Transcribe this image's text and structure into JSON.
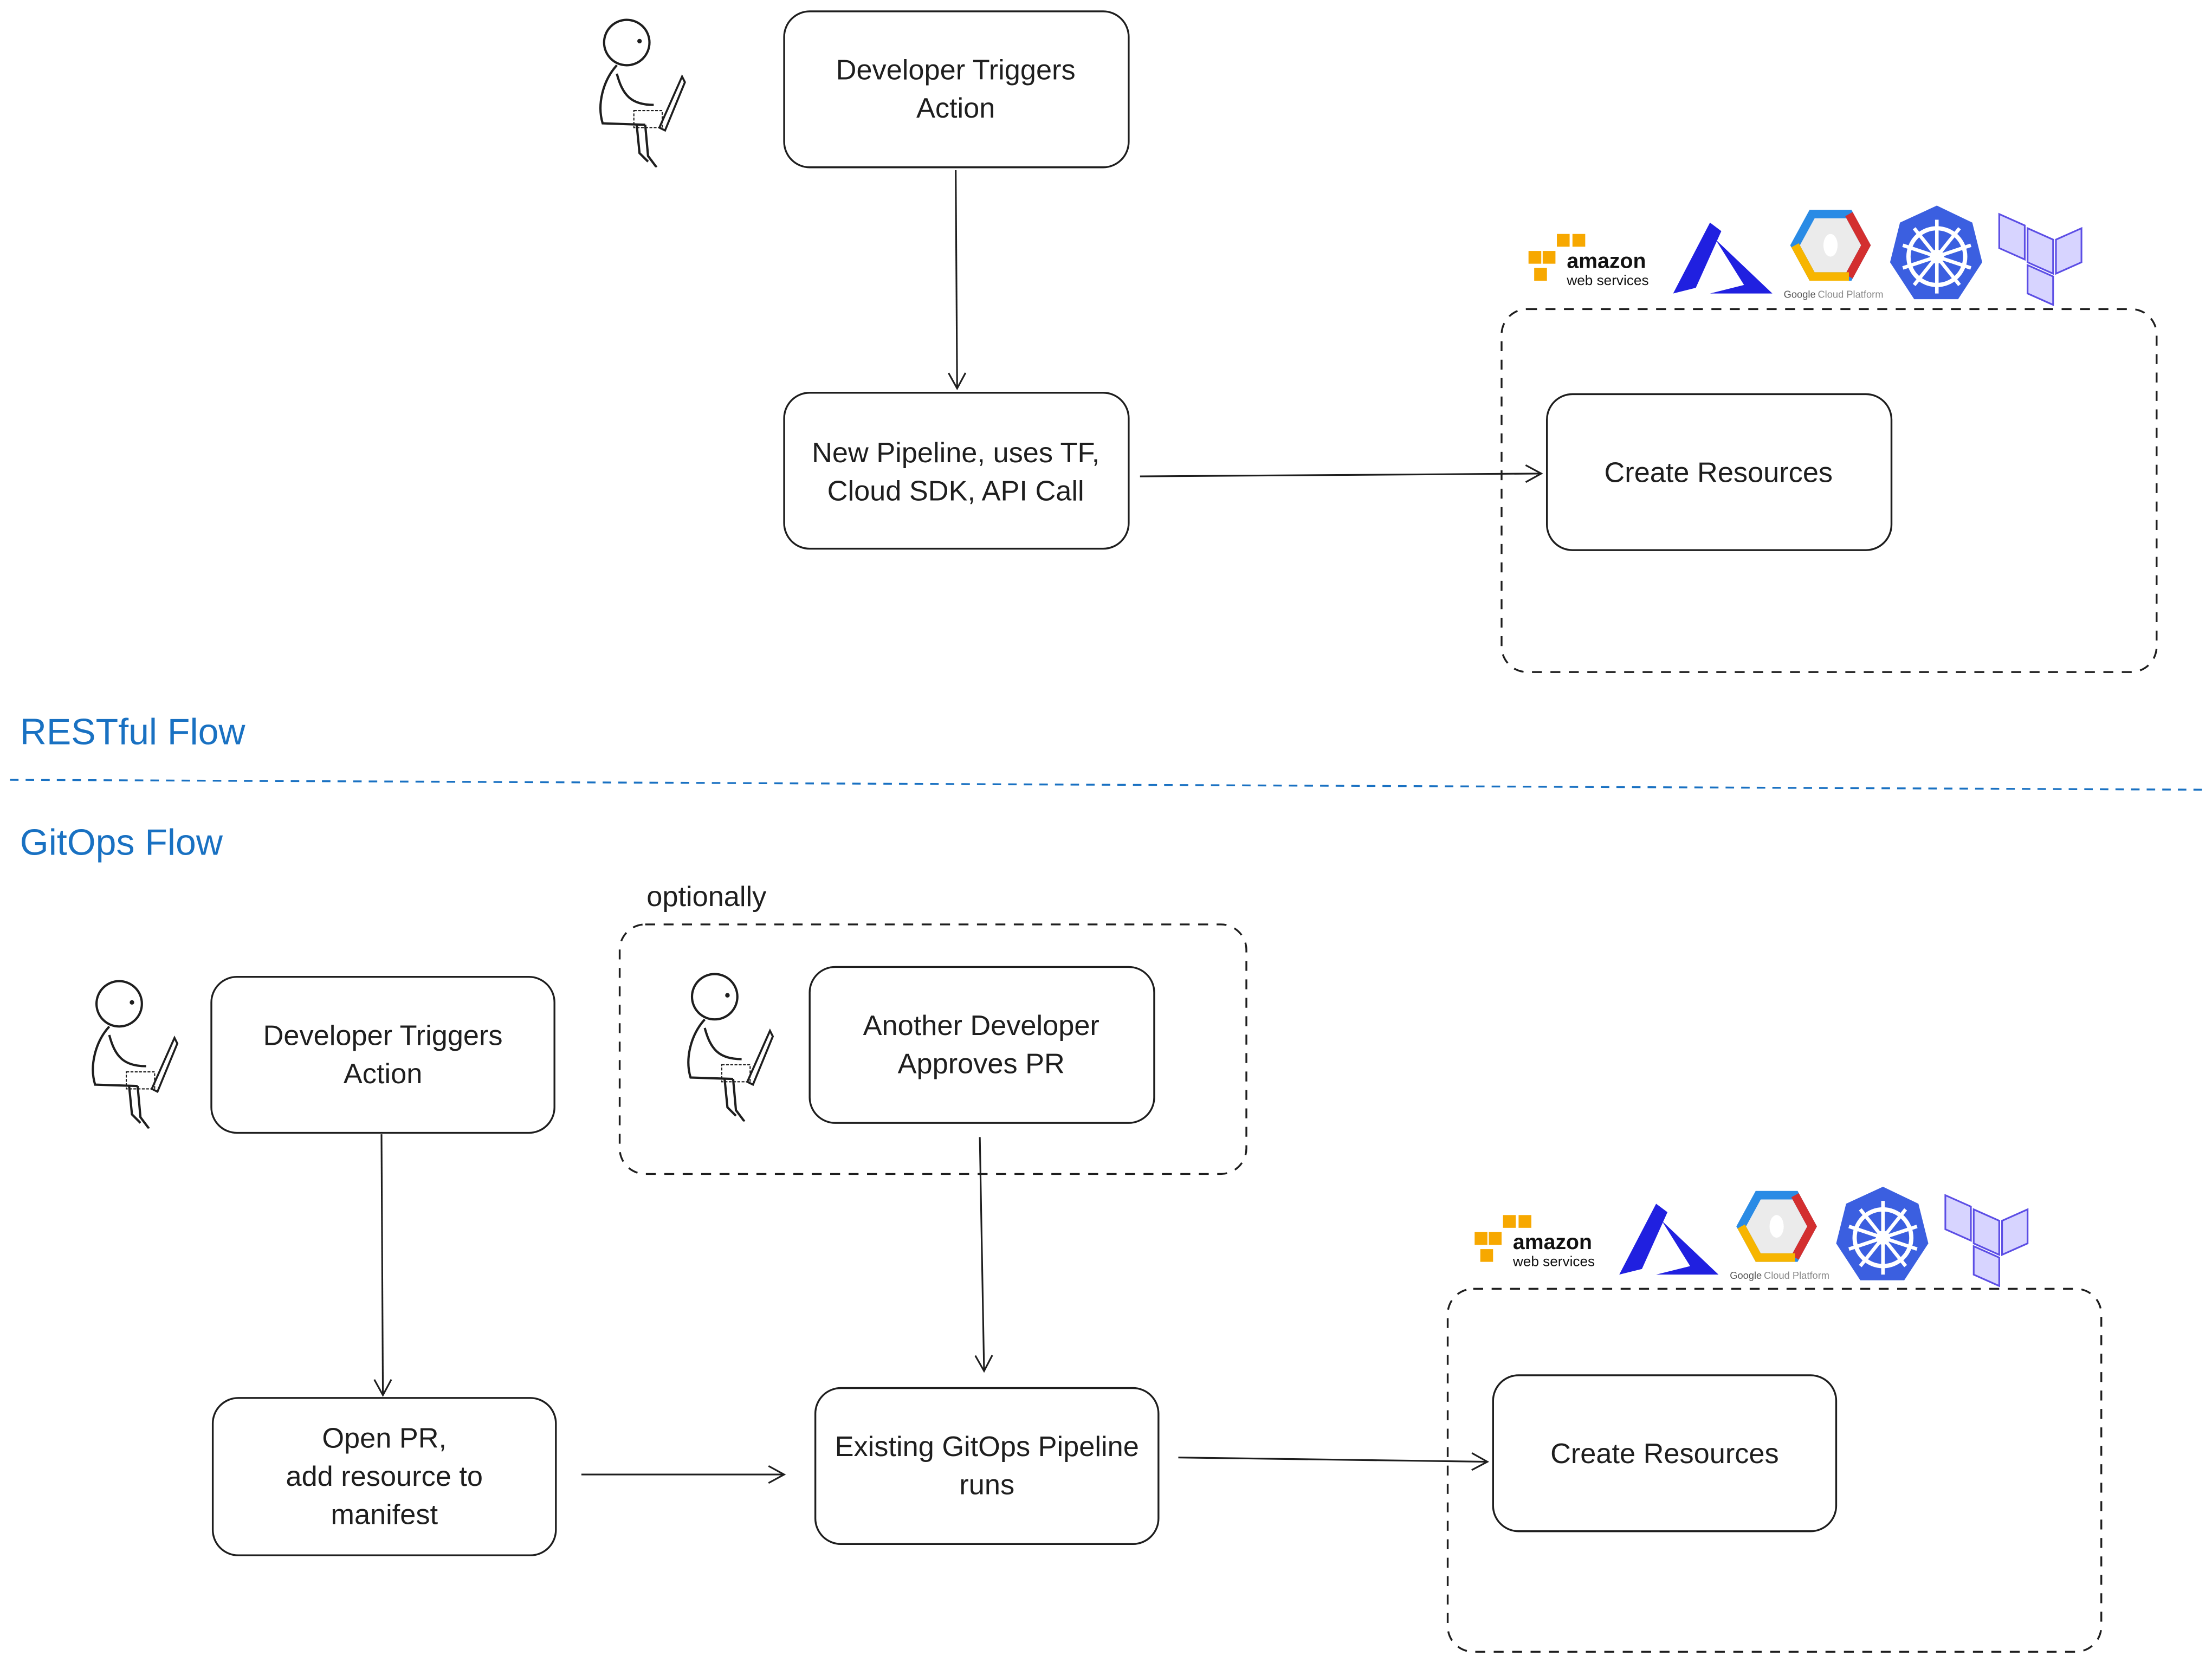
{
  "restful": {
    "heading": "RESTful Flow",
    "trigger": [
      "Developer Triggers",
      "Action"
    ],
    "pipeline": [
      "New Pipeline, uses TF,",
      "Cloud SDK, API Call"
    ],
    "create": "Create Resources"
  },
  "gitops": {
    "heading": "GitOps Flow",
    "optional_label": "optionally",
    "trigger": [
      "Developer Triggers",
      "Action"
    ],
    "approve": [
      "Another Developer",
      "Approves PR"
    ],
    "open_pr": [
      "Open PR,",
      "add resource to",
      "manifest"
    ],
    "pipeline": [
      "Existing GitOps Pipeline",
      "runs"
    ],
    "create": "Create Resources"
  },
  "logos": {
    "aws": [
      "amazon",
      "web services"
    ],
    "gcp": [
      "Google",
      "Cloud Platform"
    ],
    "icons": [
      "aws-logo",
      "azure-logo",
      "google-cloud-logo",
      "kubernetes-logo",
      "terraform-logo"
    ]
  },
  "colors": {
    "heading": "#1971c2",
    "aws": "#f7a800",
    "azure": "#2020e0",
    "kubernetes": "#3b5fe0",
    "terraform": "#5c4ee5"
  }
}
